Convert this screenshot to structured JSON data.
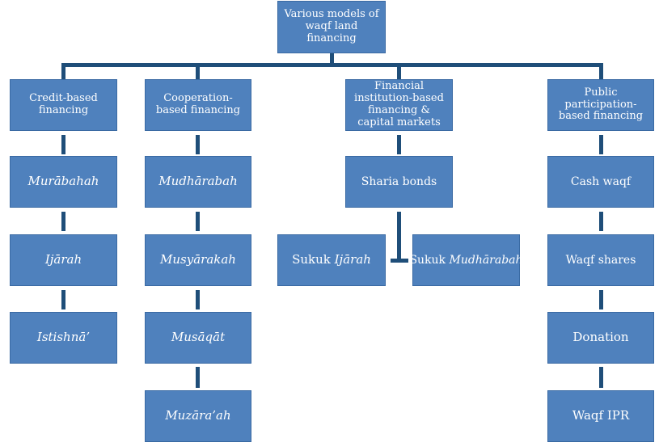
{
  "root": {
    "title": "Various models of waqf land financing"
  },
  "categories": [
    {
      "title": "Credit-based financing",
      "items": [
        "Murābahah",
        "Ijārah",
        "Istishnā’"
      ]
    },
    {
      "title": "Cooperation-based financing",
      "items": [
        "Mudhārabah",
        "Musyārakah",
        "Musāqāt",
        "Muzāra’ah"
      ]
    },
    {
      "title": "Financial institution-based financing & capital markets",
      "items": [
        "Sharia bonds"
      ],
      "sub_items": [
        {
          "prefix": "Sukuk",
          "term": "Ijārah"
        },
        {
          "prefix": "Sukuk",
          "term": "Mudhārabah"
        }
      ]
    },
    {
      "title": "Public participation-based financing",
      "items": [
        "Cash waqf",
        "Waqf shares",
        "Donation",
        "Waqf IPR"
      ]
    }
  ],
  "colors": {
    "box_fill": "#4f81bd",
    "box_text": "#ffffff",
    "connector": "#1f4e79"
  }
}
